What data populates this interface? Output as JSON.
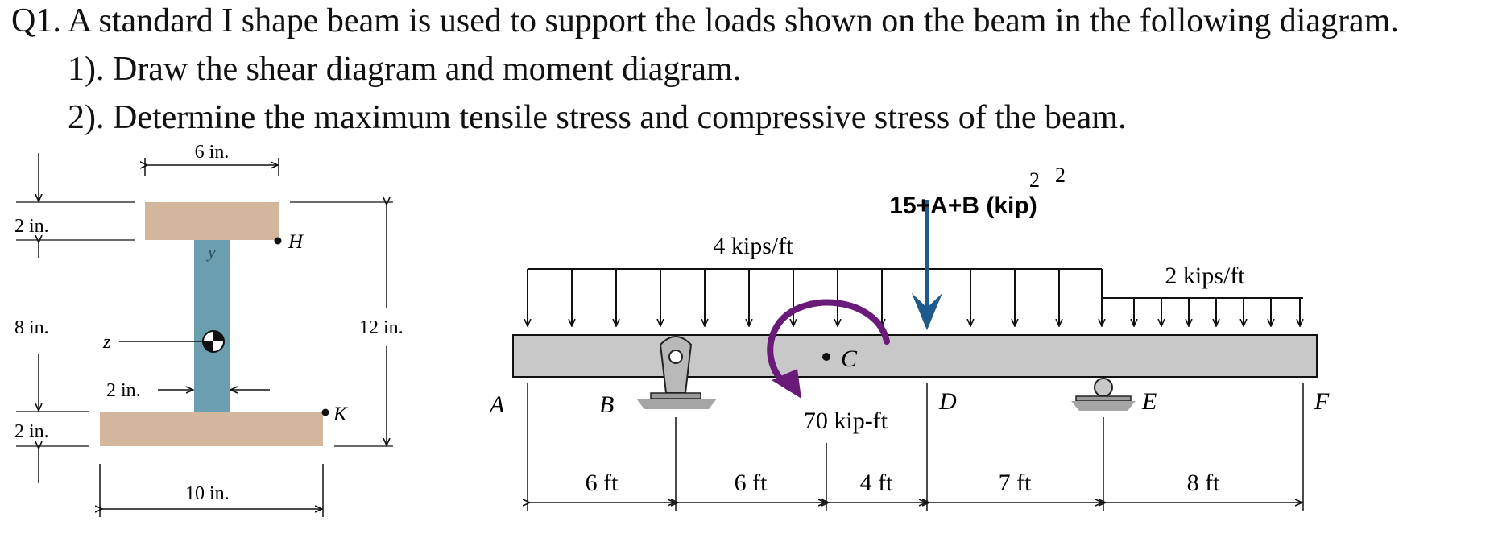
{
  "problem": {
    "title": "Q1. A standard I shape beam is used to support the loads shown on the beam in the following diagram.",
    "part1": "1). Draw the shear diagram and moment diagram.",
    "part2": "2). Determine the maximum tensile stress and compressive stress of the beam."
  },
  "section": {
    "top_width": "6 in.",
    "top_flange_thk": "2 in.",
    "web_height": "8 in.",
    "bottom_flange_thk": "2 in.",
    "overall_height": "12 in.",
    "web_width": "2 in.",
    "bottom_width": "10 in.",
    "point_h": "H",
    "point_k": "K",
    "axis_y": "y",
    "axis_z": "z",
    "colors": {
      "flange": "#d2b79c",
      "web": "#6b9fb0"
    }
  },
  "beam": {
    "dist_load_1": "4 kips/ft",
    "dist_load_2": "2 kips/ft",
    "point_load": "15+A+B (kip)",
    "point_load_note_a": "2",
    "point_load_note_b": "2",
    "moment": "70 kip-ft",
    "points": {
      "a": "A",
      "b": "B",
      "c": "C",
      "d": "D",
      "e": "E",
      "f": "F"
    },
    "spans": [
      "6 ft",
      "6 ft",
      "4 ft",
      "7 ft",
      "8 ft"
    ],
    "colors": {
      "beam": "#c8c8c8",
      "point_load": "#1f5a8c",
      "moment": "#6a1b7a"
    }
  }
}
